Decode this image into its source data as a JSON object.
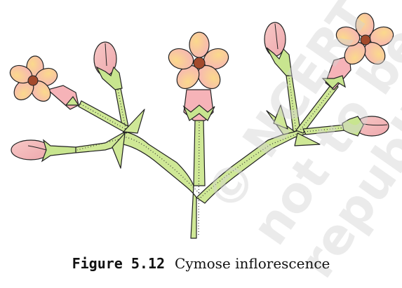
{
  "figure": {
    "label": "Figure 5.12",
    "title": "Cymose inflorescence"
  },
  "watermark": {
    "text": "© NCERT not to be republished"
  },
  "colors": {
    "stem": "#cfe896",
    "stem_outline": "#222222",
    "petal_pink": "#f6b3b8",
    "petal_yellow": "#fbd98c",
    "flower_center": "#a34a2d",
    "bud": "#f4bfc0",
    "sepal": "#c8e58f"
  },
  "parts": [
    "peduncle",
    "main-axis",
    "lateral-branch",
    "open-flower",
    "flower-bud",
    "bract",
    "sepal",
    "petal"
  ]
}
